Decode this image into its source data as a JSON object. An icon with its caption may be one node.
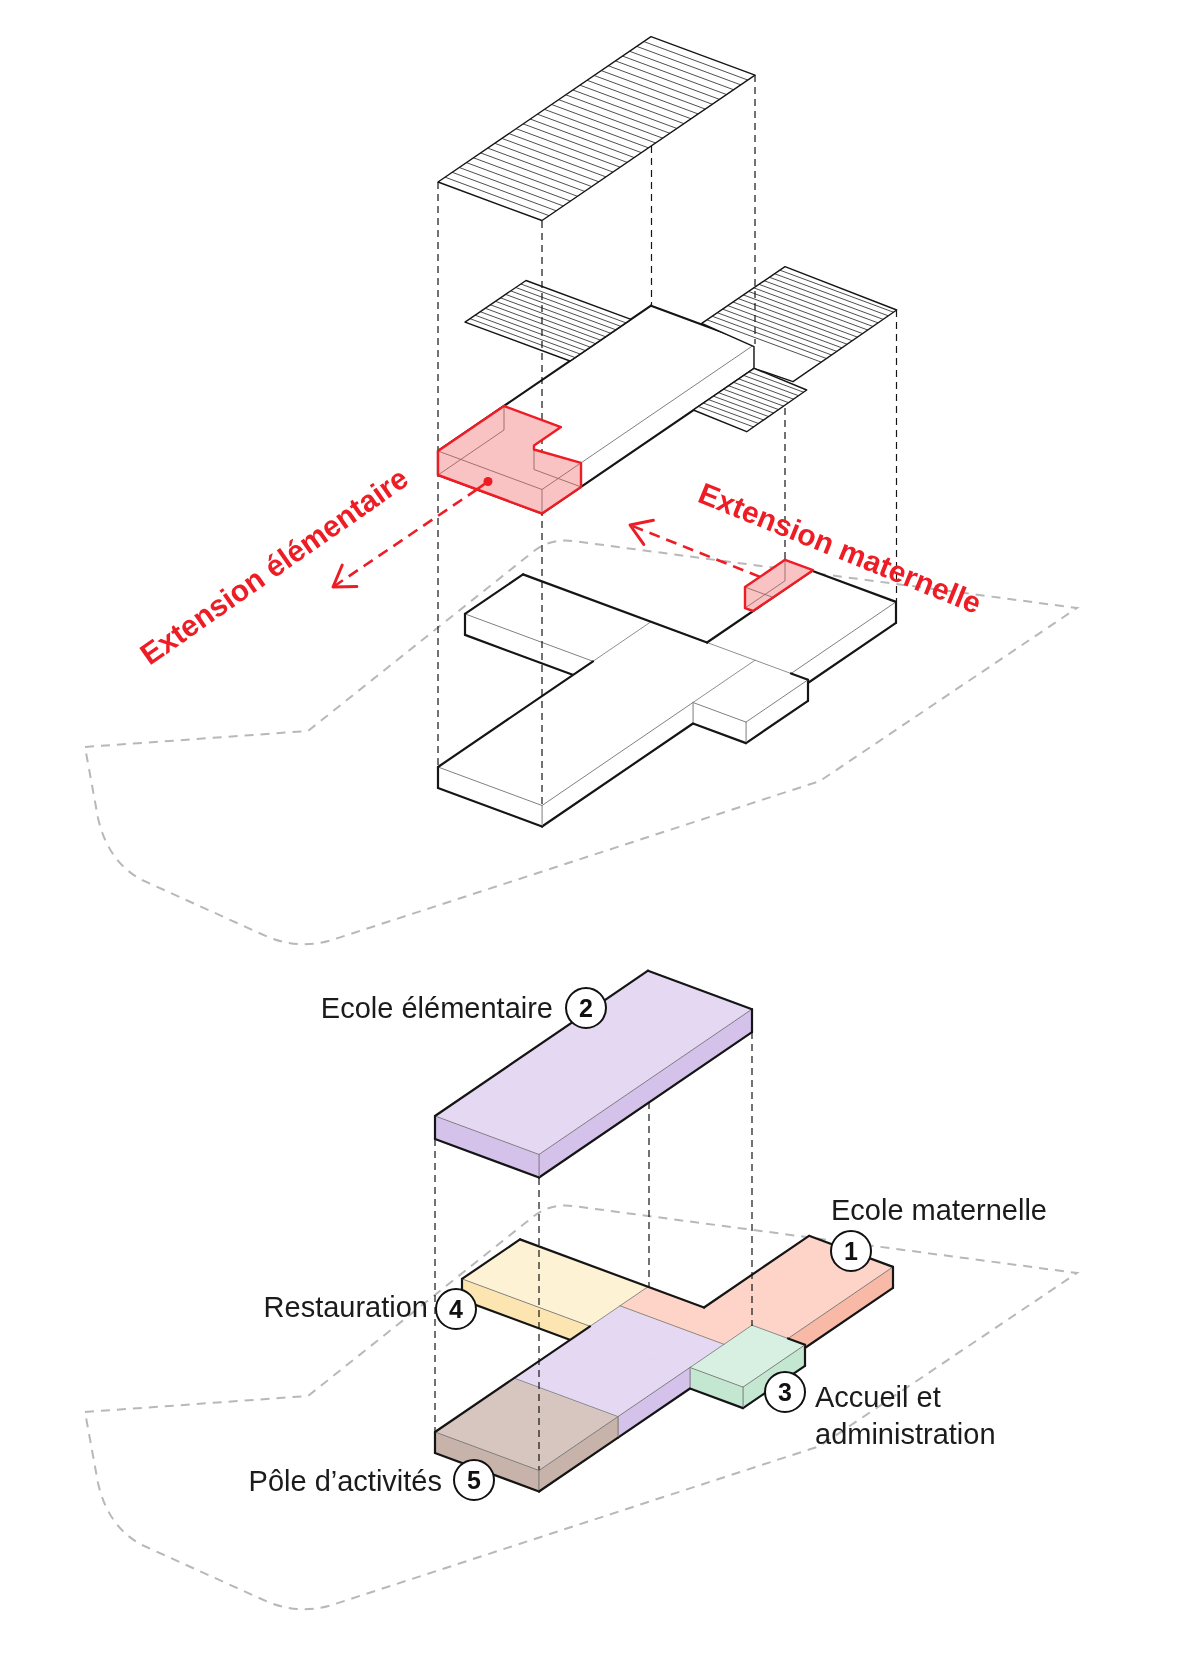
{
  "diagram": {
    "nodes": [
      {
        "text": [],
        "shape": "box"
      },
      {
        "text": [
          "Extension élémentaire"
        ]
      },
      {
        "text": [],
        "shape": "box"
      },
      {
        "text": [
          "2"
        ],
        "beside": [
          "Ecole élémentaire"
        ]
      },
      {
        "text": [
          "1"
        ],
        "beside": [
          "Ecole maternelle"
        ]
      },
      {
        "text": [
          "4"
        ],
        "beside": [
          "Restauration"
        ]
      },
      {
        "text": [
          "3"
        ],
        "beside": [
          "Accueil et administration"
        ]
      },
      {
        "text": [
          "5"
        ],
        "beside": [
          "Pôle d’activités"
        ]
      }
    ],
    "edges": [
      {
        "from": 0,
        "to": 1,
        "arrow": "to",
        "style": "dashed",
        "color": "#ee1c24"
      },
      {
        "from": 2,
        "to": null,
        "arrow": "to",
        "style": "dashed",
        "color": "#ee1c24"
      }
    ],
    "labels": [
      "Extension maternelle"
    ]
  }
}
